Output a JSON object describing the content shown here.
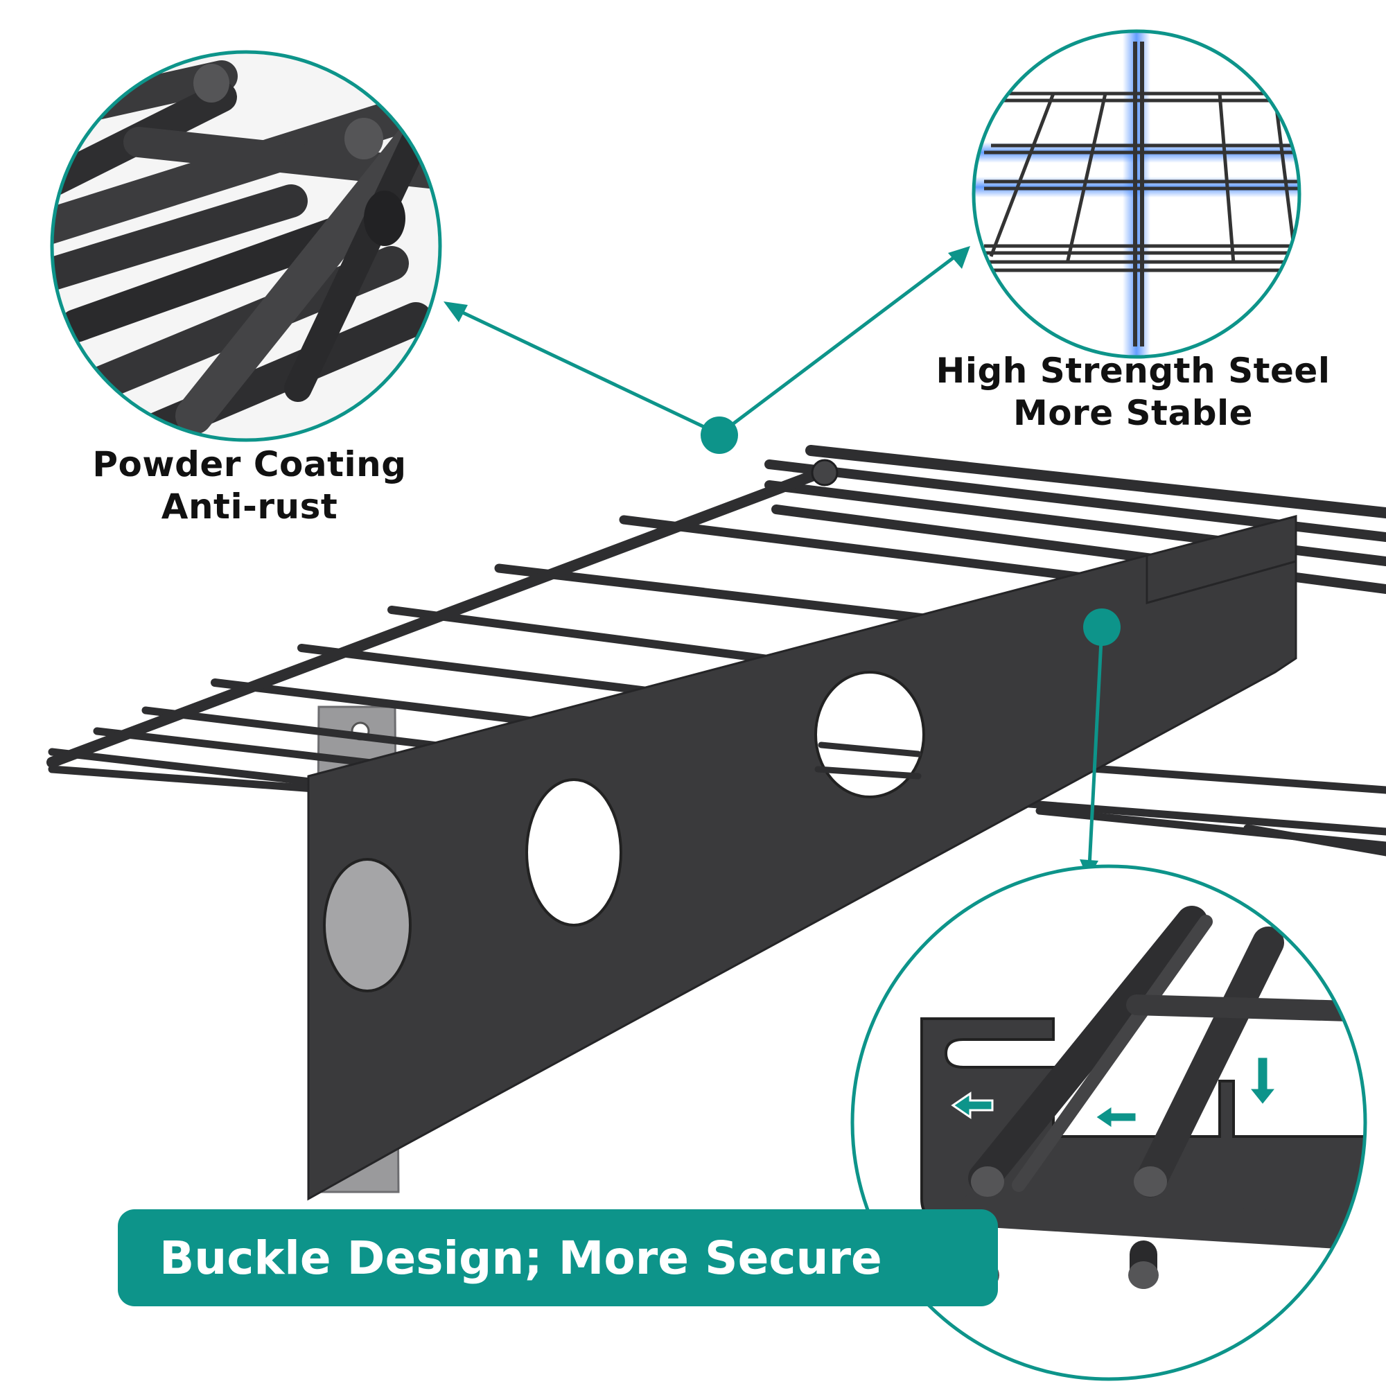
{
  "callouts": {
    "powder": {
      "line1": "Powder Coating",
      "line2": "Anti-rust"
    },
    "steel": {
      "line1": "High Strength Steel",
      "line2": "More Stable"
    }
  },
  "banner": {
    "text": "Buckle Design; More Secure"
  },
  "colors": {
    "accent": "#0d948a",
    "metal": "#3c3c3e",
    "metal_dark": "#2a2a2c",
    "highlight_blue": "#4a8cff",
    "background": "#ffffff"
  },
  "icons": {
    "left_arrow": "arrow-left-icon",
    "down_arrow": "arrow-down-icon"
  }
}
